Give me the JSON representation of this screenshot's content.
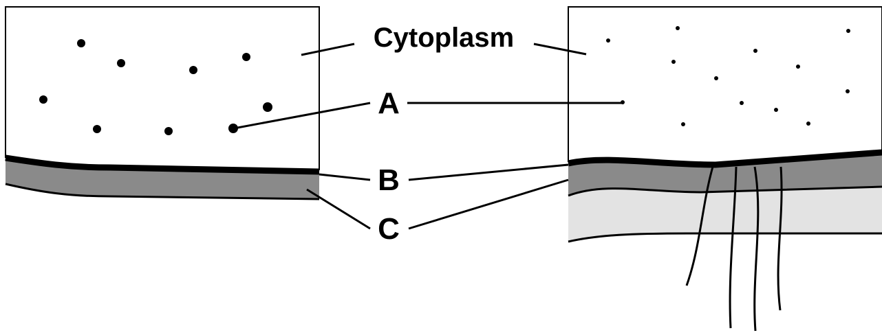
{
  "labels": {
    "cytoplasm": "Cytoplasm",
    "a": "A",
    "b": "B",
    "c": "C"
  },
  "colors": {
    "stroke": "#000000",
    "layer_b_fill": "#8a8a8a",
    "layer_c_fill": "#e3e3e3",
    "background": "#ffffff"
  }
}
